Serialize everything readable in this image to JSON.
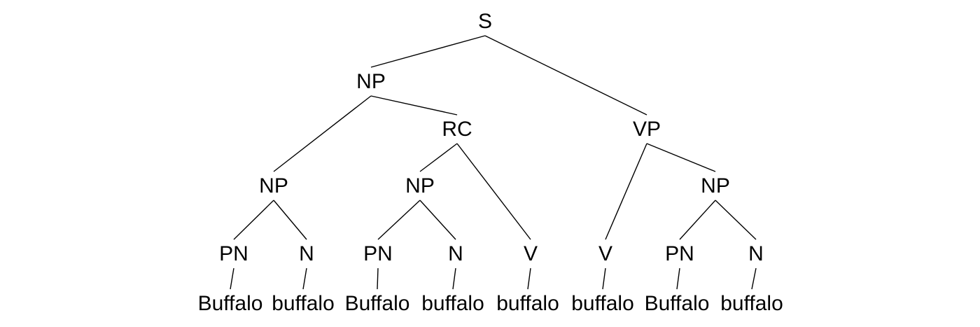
{
  "figure": {
    "sentence": "Buffalo buffalo Buffalo buffalo buffalo buffalo Buffalo buffalo",
    "nodes": [
      {
        "id": "s",
        "label": "S",
        "type": "phrase"
      },
      {
        "id": "np1",
        "label": "NP",
        "type": "phrase"
      },
      {
        "id": "vp",
        "label": "VP",
        "type": "phrase"
      },
      {
        "id": "rc",
        "label": "RC",
        "type": "phrase"
      },
      {
        "id": "np2",
        "label": "NP",
        "type": "phrase"
      },
      {
        "id": "np3",
        "label": "NP",
        "type": "phrase"
      },
      {
        "id": "np4",
        "label": "NP",
        "type": "phrase"
      },
      {
        "id": "pn1",
        "label": "PN",
        "type": "pos"
      },
      {
        "id": "n1",
        "label": "N",
        "type": "pos"
      },
      {
        "id": "pn2",
        "label": "PN",
        "type": "pos"
      },
      {
        "id": "n2",
        "label": "N",
        "type": "pos"
      },
      {
        "id": "v1",
        "label": "V",
        "type": "pos"
      },
      {
        "id": "v2",
        "label": "V",
        "type": "pos"
      },
      {
        "id": "pn3",
        "label": "PN",
        "type": "pos"
      },
      {
        "id": "n3",
        "label": "N",
        "type": "pos"
      },
      {
        "id": "w1",
        "label": "Buffalo",
        "type": "word"
      },
      {
        "id": "w2",
        "label": "buffalo",
        "type": "word"
      },
      {
        "id": "w3",
        "label": "Buffalo",
        "type": "word"
      },
      {
        "id": "w4",
        "label": "buffalo",
        "type": "word"
      },
      {
        "id": "w5",
        "label": "buffalo",
        "type": "word"
      },
      {
        "id": "w6",
        "label": "buffalo",
        "type": "word"
      },
      {
        "id": "w7",
        "label": "Buffalo",
        "type": "word"
      },
      {
        "id": "w8",
        "label": "buffalo",
        "type": "word"
      }
    ],
    "edges": [
      [
        "s",
        "np1"
      ],
      [
        "s",
        "vp"
      ],
      [
        "np1",
        "np2"
      ],
      [
        "np1",
        "rc"
      ],
      [
        "rc",
        "np3"
      ],
      [
        "rc",
        "v1"
      ],
      [
        "vp",
        "v2"
      ],
      [
        "vp",
        "np4"
      ],
      [
        "np2",
        "pn1"
      ],
      [
        "np2",
        "n1"
      ],
      [
        "np3",
        "pn2"
      ],
      [
        "np3",
        "n2"
      ],
      [
        "np4",
        "pn3"
      ],
      [
        "np4",
        "n3"
      ],
      [
        "pn1",
        "w1"
      ],
      [
        "n1",
        "w2"
      ],
      [
        "pn2",
        "w3"
      ],
      [
        "n2",
        "w4"
      ],
      [
        "v1",
        "w5"
      ],
      [
        "v2",
        "w6"
      ],
      [
        "pn3",
        "w7"
      ],
      [
        "n3",
        "w8"
      ]
    ],
    "colors": {
      "background": "#ffffff",
      "text": "#000000",
      "line": "#000000"
    }
  }
}
